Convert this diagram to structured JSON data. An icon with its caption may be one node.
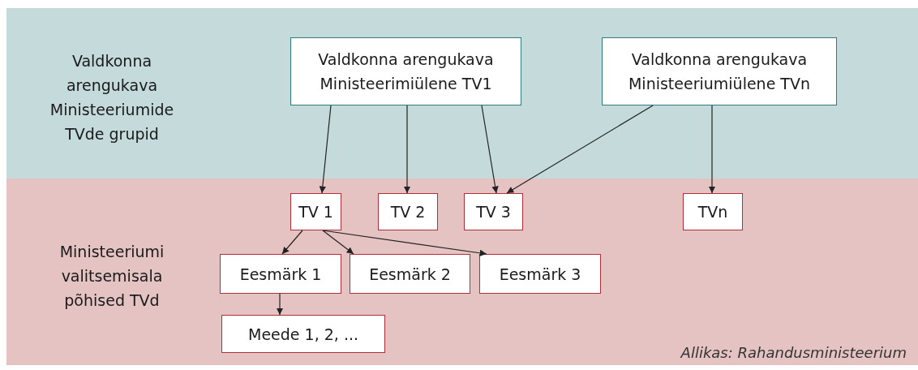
{
  "diagram": {
    "nodes": [
      {
        "text": [
          "Valdkonna arengukava Ministeeriumide TVde grupid"
        ]
      },
      {
        "text": [
          "Valdkonna arengukava Ministeerimiülene TV1"
        ],
        "in": 0
      },
      {
        "text": [
          "Valdkonna arengukava Ministeeriumiülene TVn"
        ],
        "in": 0
      },
      {
        "text": [
          "Ministeeriumi valitsemisala põhised TVd"
        ]
      },
      {
        "text": [
          "TV 1"
        ],
        "in": 3
      },
      {
        "text": [
          "TV 2"
        ],
        "in": 3
      },
      {
        "text": [
          "TV 3"
        ],
        "in": 3
      },
      {
        "text": [
          "TVn"
        ],
        "in": 3
      },
      {
        "text": [
          "Eesmärk 1"
        ],
        "in": 3
      },
      {
        "text": [
          "Eesmärk 2"
        ],
        "in": 3
      },
      {
        "text": [
          "Eesmärk 3"
        ],
        "in": 3
      },
      {
        "text": [
          "Meede 1, 2, ..."
        ],
        "in": 3
      }
    ],
    "edges": [
      {
        "from": 1,
        "to": 4,
        "arrow": "to"
      },
      {
        "from": 1,
        "to": 5,
        "arrow": "to"
      },
      {
        "from": 1,
        "to": 6,
        "arrow": "to"
      },
      {
        "from": 2,
        "to": 6,
        "arrow": "to"
      },
      {
        "from": 2,
        "to": 7,
        "arrow": "to"
      },
      {
        "from": 4,
        "to": 8,
        "arrow": "to"
      },
      {
        "from": 4,
        "to": 9,
        "arrow": "to"
      },
      {
        "from": 4,
        "to": 10,
        "arrow": "to"
      },
      {
        "from": 8,
        "to": 11,
        "arrow": "to"
      }
    ],
    "labels": [
      "Allikas: Rahandusministeerium"
    ]
  }
}
